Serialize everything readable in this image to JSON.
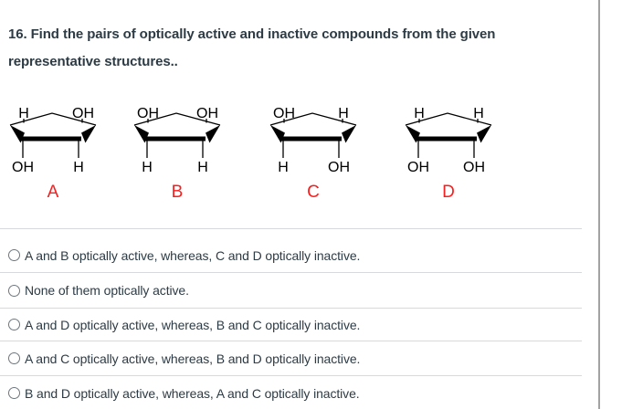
{
  "question": {
    "line1": "16. Find the pairs of optically active and inactive compounds from the given",
    "line2": "representative structures.."
  },
  "structures": [
    {
      "letter": "A",
      "top_left": "H",
      "top_right": "OH",
      "bottom_left": "OH",
      "bottom_right": "H"
    },
    {
      "letter": "B",
      "top_left": "OH",
      "top_right": "OH",
      "bottom_left": "H",
      "bottom_right": "H"
    },
    {
      "letter": "C",
      "top_left": "OH",
      "top_right": "H",
      "bottom_left": "H",
      "bottom_right": "OH"
    },
    {
      "letter": "D",
      "top_left": "H",
      "top_right": "H",
      "bottom_left": "OH",
      "bottom_right": "OH"
    }
  ],
  "options": [
    {
      "label": "A and B optically active, whereas, C and D optically inactive."
    },
    {
      "label": "None of them optically active."
    },
    {
      "label": "A and D optically active, whereas, B and C optically inactive."
    },
    {
      "label": "A and C optically active, whereas, B and D optically inactive."
    },
    {
      "label": "B and D optically active, whereas, A and C optically inactive."
    }
  ],
  "colors": {
    "title": "#2d3b45",
    "option_text": "#2d3b45",
    "letter_red": "#fa1e1e",
    "divider": "#d7dadd",
    "vertical_line": "#a2a2a2",
    "molecule": "#000000"
  }
}
